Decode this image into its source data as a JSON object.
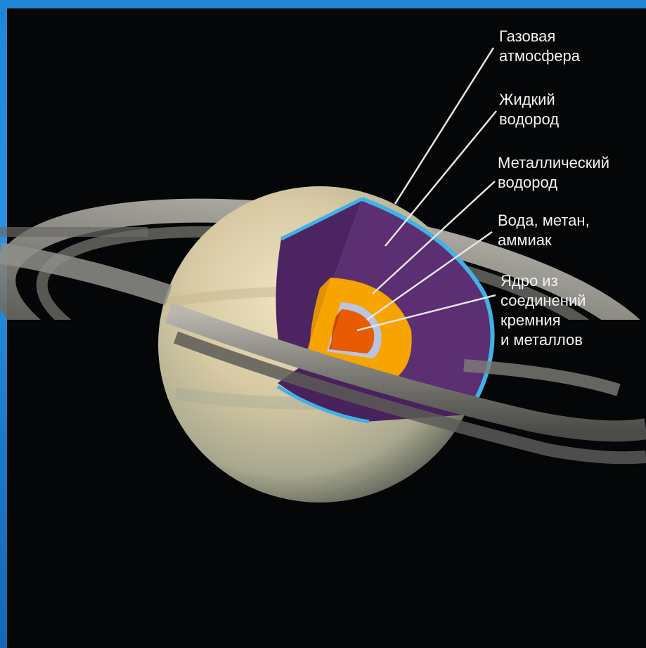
{
  "labels": {
    "gas_atmosphere": [
      "Газовая",
      "атмосфера"
    ],
    "liquid_hydrogen": [
      "Жидкий",
      "водород"
    ],
    "metallic_hydrogen": [
      "Металлический",
      "водород"
    ],
    "water_methane_ammonia": [
      "Вода, метан,",
      "аммиак"
    ],
    "core": [
      "Ядро из",
      "соединений",
      "кремния",
      "и металлов"
    ]
  },
  "colors": {
    "background_frame": "#1f86d8",
    "panel": "#050607",
    "atmosphere_edge": "#3fb2e6",
    "liquid_hydrogen_layer": "#5b2f72",
    "metallic_hydrogen_layer": "#f7a400",
    "water_layer": "#b9c4e0",
    "core": "#e85b00",
    "planet": "#d9ccaa",
    "rings": "#8f8f8a",
    "leader_lines": "#e6e6e6",
    "text": "#f2f2f2"
  }
}
